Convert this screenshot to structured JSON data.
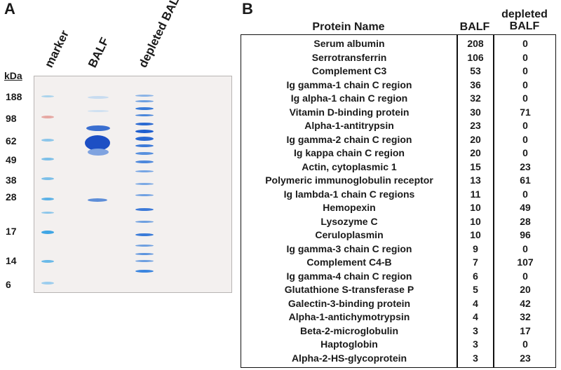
{
  "panel_a": {
    "letter": "A",
    "lanes": [
      "marker",
      "BALF",
      "depleted BALF"
    ],
    "kda_label": "kDa",
    "markers": [
      "188",
      "98",
      "62",
      "49",
      "38",
      "28",
      "17",
      "14",
      "6"
    ]
  },
  "panel_b": {
    "letter": "B",
    "headers": {
      "name": "Protein Name",
      "balf": "BALF",
      "depleted_line1": "depleted",
      "depleted_line2": "BALF"
    },
    "rows": [
      {
        "name": "Serum albumin",
        "balf": "208",
        "depleted": "0"
      },
      {
        "name": "Serrotransferrin",
        "balf": "106",
        "depleted": "0"
      },
      {
        "name": "Complement C3",
        "balf": "53",
        "depleted": "0"
      },
      {
        "name": "Ig gamma-1 chain C region",
        "balf": "36",
        "depleted": "0"
      },
      {
        "name": "Ig alpha-1 chain C region",
        "balf": "32",
        "depleted": "0"
      },
      {
        "name": "Vitamin D-binding protein",
        "balf": "30",
        "depleted": "71"
      },
      {
        "name": "Alpha-1-antitrypsin",
        "balf": "23",
        "depleted": "0"
      },
      {
        "name": "Ig gamma-2 chain C region",
        "balf": "20",
        "depleted": "0"
      },
      {
        "name": "Ig kappa chain C region",
        "balf": "20",
        "depleted": "0"
      },
      {
        "name": "Actin, cytoplasmic 1",
        "balf": "15",
        "depleted": "23"
      },
      {
        "name": "Polymeric immunoglobulin receptor",
        "balf": "13",
        "depleted": "61"
      },
      {
        "name": "Ig lambda-1 chain C regions",
        "balf": "11",
        "depleted": "0"
      },
      {
        "name": "Hemopexin",
        "balf": "10",
        "depleted": "49"
      },
      {
        "name": "Lysozyme C",
        "balf": "10",
        "depleted": "28"
      },
      {
        "name": "Ceruloplasmin",
        "balf": "10",
        "depleted": "96"
      },
      {
        "name": "Ig gamma-3 chain C region",
        "balf": "9",
        "depleted": "0"
      },
      {
        "name": "Complement C4-B",
        "balf": "7",
        "depleted": "107"
      },
      {
        "name": "Ig gamma-4 chain C region",
        "balf": "6",
        "depleted": "0"
      },
      {
        "name": "Glutathione S-transferase P",
        "balf": "5",
        "depleted": "20"
      },
      {
        "name": "Galectin-3-binding protein",
        "balf": "4",
        "depleted": "42"
      },
      {
        "name": "Alpha-1-antichymotrypsin",
        "balf": "4",
        "depleted": "32"
      },
      {
        "name": "Beta-2-microglobulin",
        "balf": "3",
        "depleted": "17"
      },
      {
        "name": "Haptoglobin",
        "balf": "3",
        "depleted": "0"
      },
      {
        "name": "Alpha-2-HS-glycoprotein",
        "balf": "3",
        "depleted": "23"
      }
    ]
  }
}
